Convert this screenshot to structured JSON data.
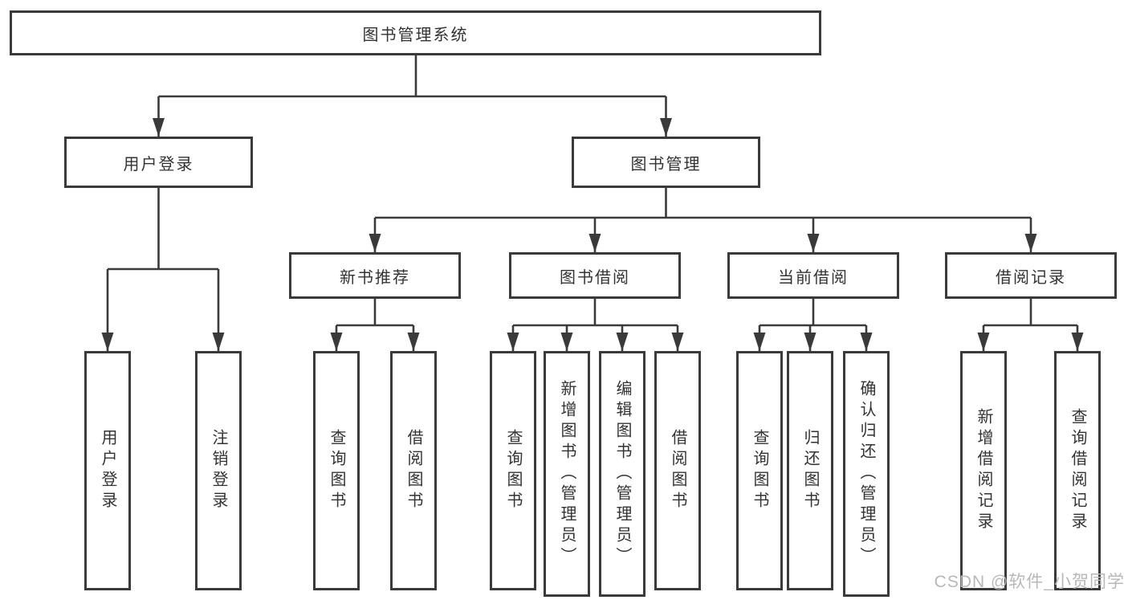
{
  "nodes": {
    "root": "图书管理系统",
    "level1": [
      "用户登录",
      "图书管理"
    ],
    "level2": [
      "新书推荐",
      "图书借阅",
      "当前借阅",
      "借阅记录"
    ],
    "leaves_user": [
      "用户登录",
      "注销登录"
    ],
    "leaves_recommend": [
      "查询图书",
      "借阅图书"
    ],
    "leaves_borrow": [
      "查询图书",
      "新增图书（管理员）",
      "编辑图书（管理员）",
      "借阅图书"
    ],
    "leaves_current": [
      "查询图书",
      "归还图书",
      "确认归还（管理员）"
    ],
    "leaves_records": [
      "新增借阅记录",
      "查询借阅记录"
    ]
  },
  "watermark": "CSDN @软件_小贺同学",
  "colors": {
    "line": "#3a3a3a",
    "text": "#333333",
    "background": "#ffffff",
    "watermark": "#b8b8b8"
  }
}
